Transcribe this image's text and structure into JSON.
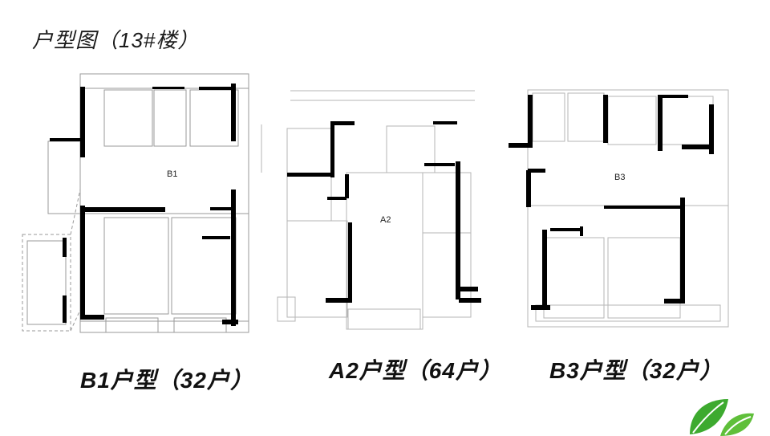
{
  "page": {
    "title": "户型图（13#楼）"
  },
  "plans": [
    {
      "id": "b1",
      "label": "B1",
      "caption": "B1户型（32户）"
    },
    {
      "id": "a2",
      "label": "A2",
      "caption": "A2户型（64户）"
    },
    {
      "id": "b3",
      "label": "B3",
      "caption": "B3户型（32户）"
    }
  ],
  "decoration": {
    "leaf_color": "#3daa2f",
    "wall_color": "#000000",
    "thin_line_color": "#9a9a9a"
  }
}
